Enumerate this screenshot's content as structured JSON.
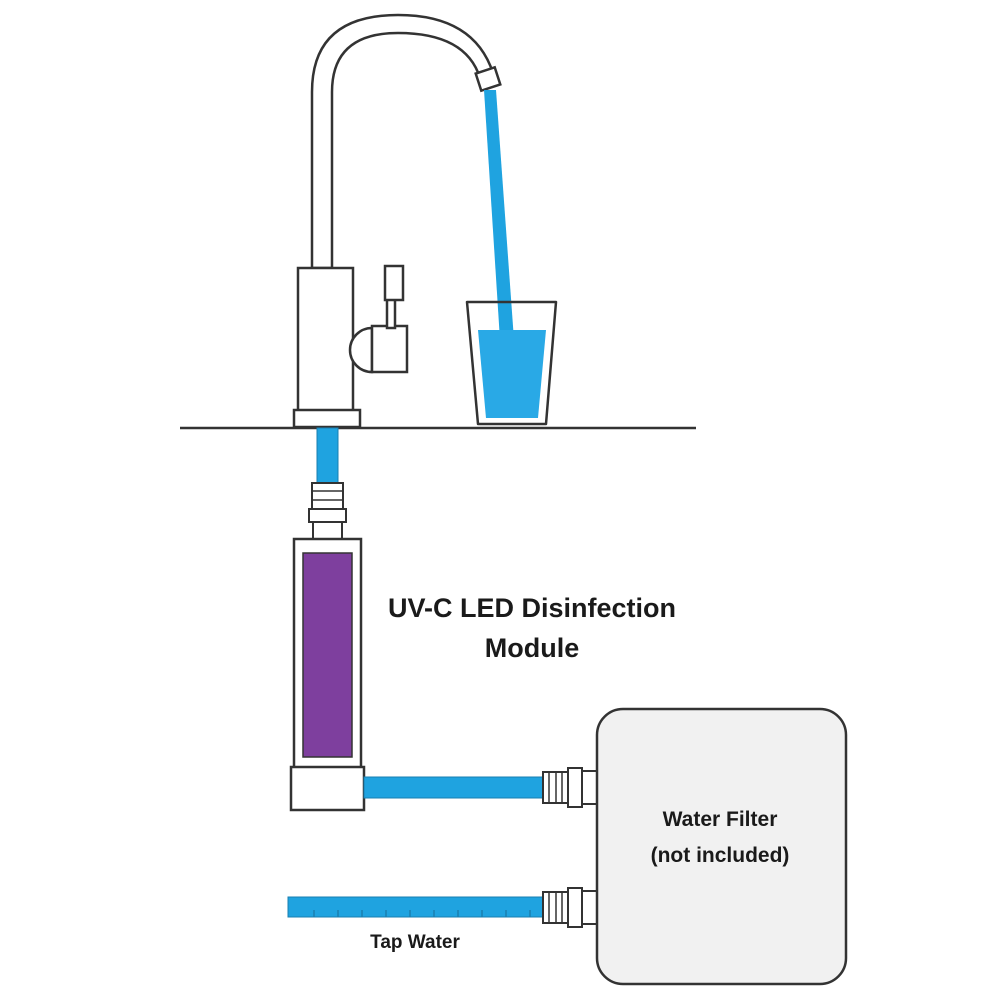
{
  "labels": {
    "uv_module_line1": "UV-C LED Disinfection",
    "uv_module_line2": "Module",
    "water_filter_line1": "Water Filter",
    "water_filter_line2": "(not included)",
    "tap_water": "Tap Water"
  },
  "colors": {
    "water": "#1fa3e0",
    "uv_chamber": "#7e3f9e",
    "outline": "#333333",
    "filter_body": "#f1f1f1",
    "glass_water": "#29a9e6"
  },
  "icons": [
    "faucet-icon",
    "glass-icon",
    "uv-module-icon",
    "water-filter-icon",
    "fitting-icon"
  ]
}
